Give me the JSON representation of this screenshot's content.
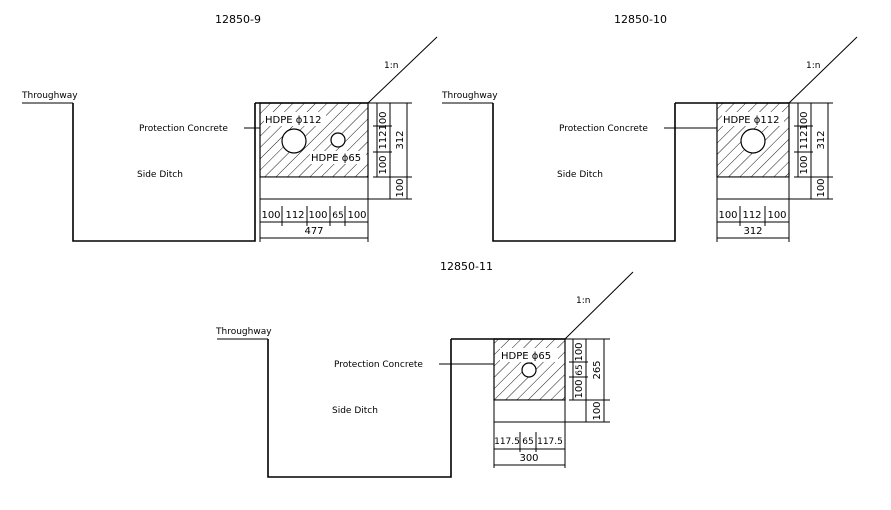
{
  "drawings": [
    {
      "title": "12850-9",
      "throughway": "Throughway",
      "protection": "Protection Concrete",
      "ditch": "Side Ditch",
      "slope": "1:n",
      "pipe_a": "HDPE ϕ112",
      "pipe_b": "HDPE ϕ65",
      "vert_dims": [
        "100",
        "112",
        "100",
        "312",
        "100"
      ],
      "horiz_dims": [
        "100",
        "112",
        "100",
        "65",
        "100"
      ],
      "total_width": "477"
    },
    {
      "title": "12850-10",
      "throughway": "Throughway",
      "protection": "Protection Concrete",
      "ditch": "Side Ditch",
      "slope": "1:n",
      "pipe_a": "HDPE ϕ112",
      "vert_dims": [
        "100",
        "112",
        "100",
        "312",
        "100"
      ],
      "horiz_dims": [
        "100",
        "112",
        "100"
      ],
      "total_width": "312"
    },
    {
      "title": "12850-11",
      "throughway": "Throughway",
      "protection": "Protection Concrete",
      "ditch": "Side Ditch",
      "slope": "1:n",
      "pipe_a": "HDPE ϕ65",
      "vert_dims": [
        "100",
        "65",
        "100",
        "265",
        "100"
      ],
      "horiz_dims": [
        "117.5",
        "65",
        "117.5"
      ],
      "total_width": "300"
    }
  ]
}
